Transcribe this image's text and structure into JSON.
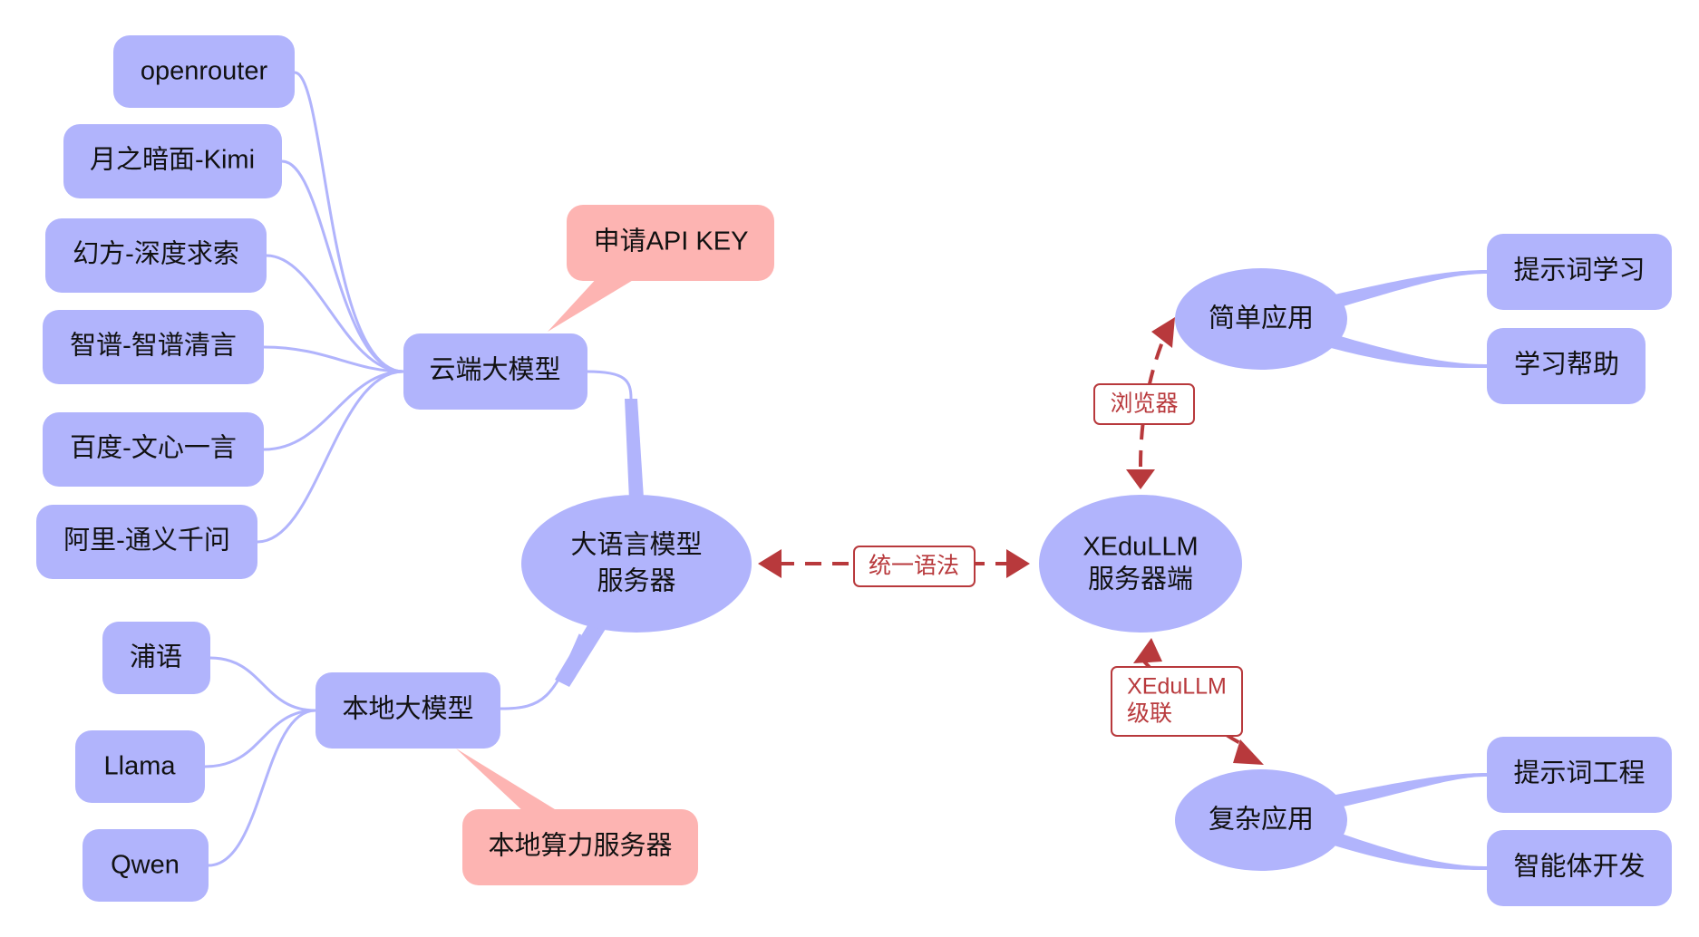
{
  "center": {
    "line1": "大语言模型",
    "line2": "服务器"
  },
  "server": {
    "line1": "XEduLLM",
    "line2": "服务器端"
  },
  "cloud": {
    "label": "云端大模型",
    "callout": "申请API KEY",
    "items": [
      "openrouter",
      "月之暗面-Kimi",
      "幻方-深度求索",
      "智谱-智谱清言",
      "百度-文心一言",
      "阿里-通义千问"
    ]
  },
  "local": {
    "label": "本地大模型",
    "callout": "本地算力服务器",
    "items": [
      "浦语",
      "Llama",
      "Qwen"
    ]
  },
  "simple_app": {
    "label": "简单应用",
    "items": [
      "提示词学习",
      "学习帮助"
    ]
  },
  "complex_app": {
    "label": "复杂应用",
    "items": [
      "提示词工程",
      "智能体开发"
    ]
  },
  "relations": {
    "unified_syntax": "统一语法",
    "browser": "浏览器",
    "cascade_line1": "XEduLLM",
    "cascade_line2": "级联"
  },
  "colors": {
    "node": "#b1b4fc",
    "callout": "#fdb4b2",
    "relation": "#b8393c"
  }
}
